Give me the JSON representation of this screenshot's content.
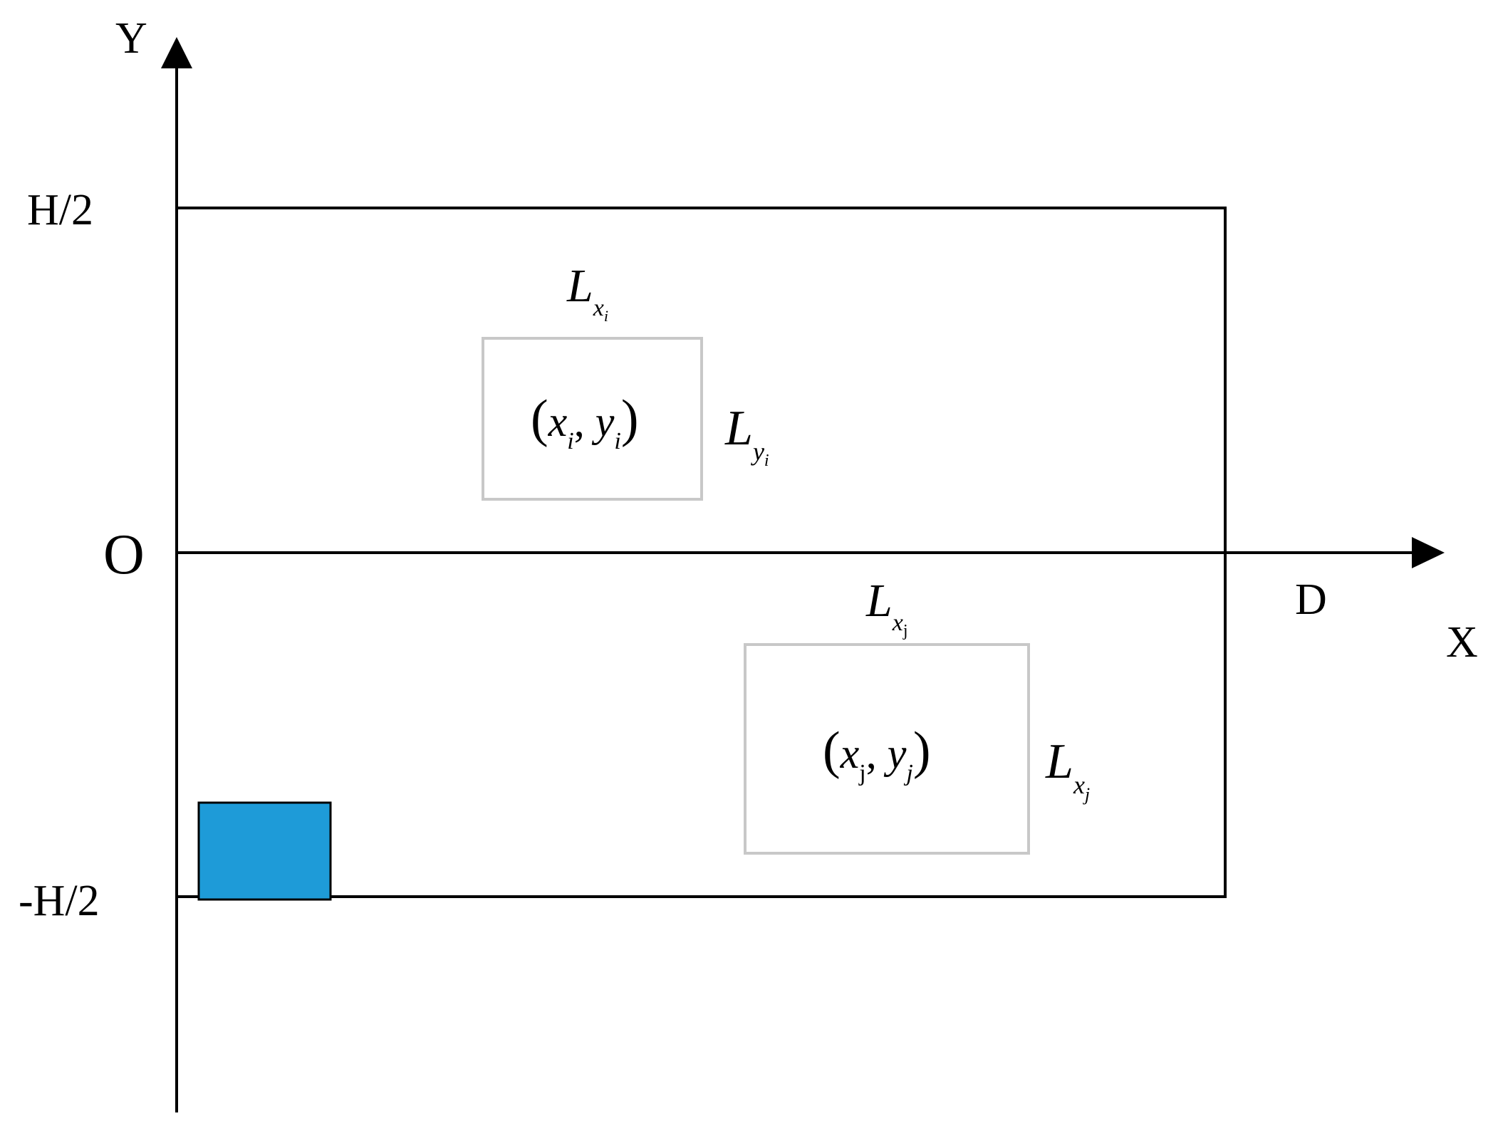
{
  "axes": {
    "y_label": "Y",
    "x_label": "X",
    "origin_label": "O",
    "top_label": "H/2",
    "bottom_label": "-H/2",
    "d_label": "D"
  },
  "box_i": {
    "width_label_main": "L",
    "width_label_sub": "x",
    "width_label_subsub": "i",
    "height_label_main": "L",
    "height_label_sub": "y",
    "height_label_subsub": "i",
    "coord_open": "(",
    "coord_x": "x",
    "coord_x_sub": "i",
    "coord_sep": ", ",
    "coord_y": "y",
    "coord_y_sub": "i",
    "coord_close": ")"
  },
  "box_j": {
    "width_label_main": "L",
    "width_label_sub": "x",
    "width_label_subsub": "j",
    "height_label_main": "L",
    "height_label_sub": "x",
    "height_label_subsub": "j",
    "coord_open": "(",
    "coord_x": "x",
    "coord_x_sub": "j",
    "coord_sep": ", ",
    "coord_y": "y",
    "coord_y_sub": "j",
    "coord_close": ")"
  },
  "colors": {
    "axis": "#000000",
    "outer_rect": "#000000",
    "inner_box": "#c8c8c8",
    "blue_block": "#1e9bd8"
  }
}
